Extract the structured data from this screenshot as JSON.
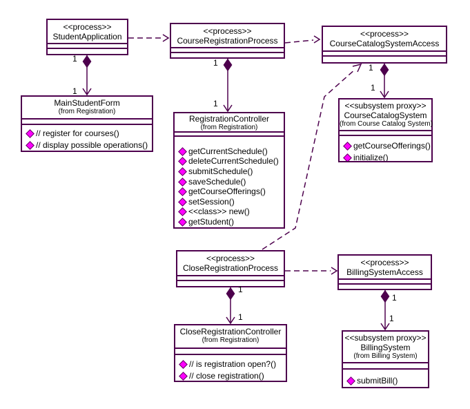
{
  "diagram": {
    "type": "uml-class-diagram",
    "colors": {
      "line": "#4d004d",
      "operation_icon": "#ff00ff",
      "text": "#000000",
      "background": "#ffffff"
    },
    "multiplicity": "1"
  },
  "nodes": {
    "student_application": {
      "stereotype": "<<process>>",
      "name": "StudentApplication"
    },
    "course_registration_process": {
      "stereotype": "<<process>>",
      "name": "CourseRegistrationProcess"
    },
    "course_catalog_system_access": {
      "stereotype": "<<process>>",
      "name": "CourseCatalogSystemAccess"
    },
    "main_student_form": {
      "name": "MainStudentForm",
      "location": "(from Registration)",
      "operations": [
        "// register for courses()",
        "// display possible operations()"
      ]
    },
    "registration_controller": {
      "name": "RegistrationController",
      "location": "(from Registration)",
      "operations": [
        "getCurrentSchedule()",
        "deleteCurrentSchedule()",
        "submitSchedule()",
        "saveSchedule()",
        "getCourseOfferings()",
        "setSession()",
        "<<class>> new()",
        "getStudent()"
      ]
    },
    "course_catalog_system": {
      "stereotype": "<<subsystem proxy>>",
      "name": "CourseCatalogSystem",
      "location": "(from Course Catalog System)",
      "operations": [
        "getCourseOfferings()",
        "initialize()"
      ]
    },
    "close_registration_process": {
      "stereotype": "<<process>>",
      "name": "CloseRegistrationProcess"
    },
    "billing_system_access": {
      "stereotype": "<<process>>",
      "name": "BillingSystemAccess"
    },
    "close_registration_controller": {
      "name": "CloseRegistrationController",
      "location": "(from Registration)",
      "operations": [
        "// is registration open?()",
        "// close registration()"
      ]
    },
    "billing_system": {
      "stereotype": "<<subsystem proxy>>",
      "name": "BillingSystem",
      "location": "(from Billing System)",
      "operations": [
        "submitBill()"
      ]
    }
  }
}
